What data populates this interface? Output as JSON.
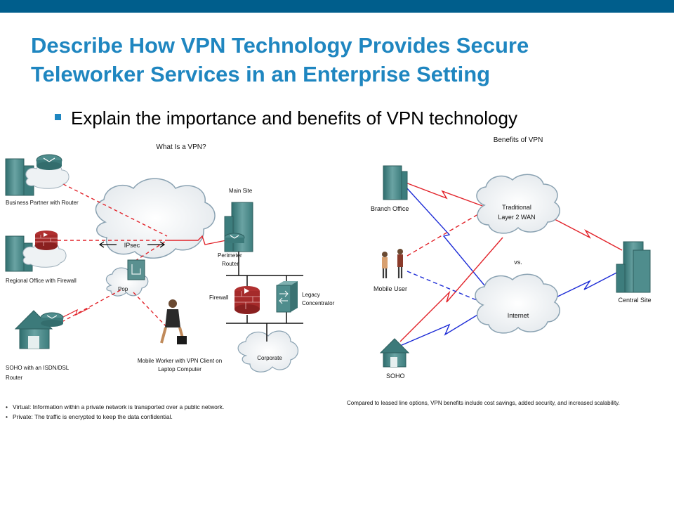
{
  "slide": {
    "title_line1": "Describe How VPN Technology Provides Secure",
    "title_line2": "Teleworker Services in an Enterprise Setting",
    "bullet": "Explain the importance and benefits of VPN technology",
    "colors": {
      "header_bar": "#005e8c",
      "title": "#1f86c0",
      "red_link": "#e2232a",
      "blue_link": "#1c2bd6",
      "device": "#4a8585"
    }
  },
  "left_diagram": {
    "title": "What Is a VPN?",
    "labels": {
      "business_partner": "Business Partner with Router",
      "regional_office": "Regional Office with Firewall",
      "soho_line1": "SOHO with an ISDN/DSL",
      "soho_line2": "Router",
      "ipsec": "IPsec",
      "pop": "Pop",
      "main_site": "Main Site",
      "perimeter_line1": "Perimeter",
      "perimeter_line2": "Router",
      "firewall": "Firewall",
      "legacy_line1": "Legacy",
      "legacy_line2": "Concentrator",
      "corporate": "Corporate",
      "mobile_line1": "Mobile Worker with VPN Client on",
      "mobile_line2": "Laptop Computer"
    },
    "notes": [
      "Virtual: Information within a private network is transported over a public network.",
      "Private: The traffic is encrypted to keep the data confidential."
    ]
  },
  "right_diagram": {
    "title": "Benefits of VPN",
    "labels": {
      "branch_office": "Branch Office",
      "wan_line1": "Traditional",
      "wan_line2": "Layer 2 WAN",
      "vs": "vs.",
      "mobile_user": "Mobile User",
      "internet": "Internet",
      "central_site": "Central Site",
      "soho": "SOHO"
    },
    "caption": "Compared to leased line options, VPN benefits include cost savings, added security, and increased scalability."
  }
}
